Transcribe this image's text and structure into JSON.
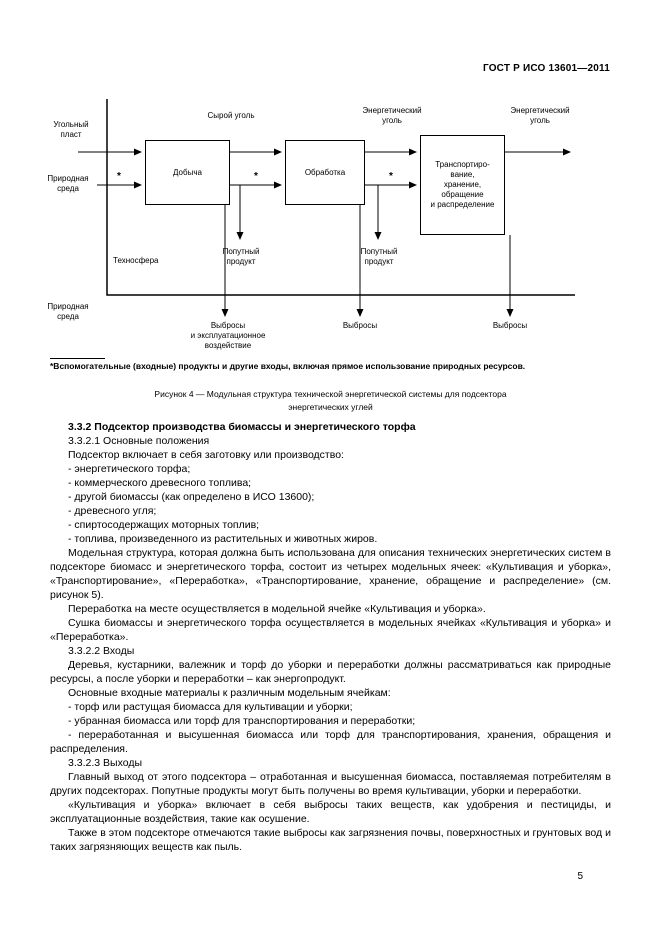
{
  "page": {
    "header": "ГОСТ Р ИСО 13601—2011",
    "page_number": "5"
  },
  "figure": {
    "coal_seam": [
      "Угольный",
      "пласт"
    ],
    "nat_env": [
      "Природная",
      "среда"
    ],
    "raw_coal": "Сырой уголь",
    "energy_coal": [
      "Энергетический",
      "уголь"
    ],
    "box1": "Добыча",
    "box2": "Обработка",
    "box3": [
      "Транспортиро-",
      "вание,",
      "хранение,",
      "обращение",
      "и распределение"
    ],
    "technosphere": "Техносфера",
    "byproduct": [
      "Попутный",
      "продукт"
    ],
    "emissions_full": [
      "Выбросы",
      "и эксплуатационное",
      "воздействие"
    ],
    "emissions": "Выбросы",
    "asterisk": "*",
    "footnote": "*Вспомогательные (входные) продукты и другие входы, включая прямое использование природных ресурсов.",
    "caption": [
      "Рисунок 4 — Модульная структура технической энергетической системы для подсектора",
      "энергетических углей"
    ]
  },
  "content": {
    "paragraphs": [
      {
        "text": "3.3.2 Подсектор производства биомассы и энергетического торфа"
      },
      {
        "text": "3.3.2.1 Основные положения"
      },
      {
        "text": "Подсектор включает в себя заготовку или производство:"
      },
      {
        "text": "- энергетического торфа;"
      },
      {
        "text": "- коммерческого древесного топлива;"
      },
      {
        "text": "- другой биомассы (как определено в ИСО 13600);"
      },
      {
        "text": "- древесного угля;"
      },
      {
        "text": "- спиртосодержащих моторных топлив;"
      },
      {
        "text": "- топлива, произведенного из растительных и животных жиров."
      },
      {
        "text": "Модельная структура, которая должна быть использована для описания технических энергетических систем в подсекторе биомасс и энергетического торфа, состоит из четырех модельных ячеек: «Культивация и уборка», «Транспортирование», «Переработка», «Транспортирование, хранение, обращение и распределение» (см. рисунок 5)."
      },
      {
        "text": "Переработка на месте осуществляется в модельной ячейке «Культивация и уборка»."
      },
      {
        "text": "Сушка биомассы и энергетического торфа осуществляется в модельных ячейках «Культивация и уборка» и «Переработка»."
      },
      {
        "text": "3.3.2.2 Входы"
      },
      {
        "text": "Деревья, кустарники, валежник и торф до уборки и переработки должны рассматриваться как природные ресурсы, а после уборки и переработки – как энергопродукт."
      },
      {
        "text": "Основные входные материалы к различным модельным ячейкам:"
      },
      {
        "text": "- торф или растущая биомасса для культивации и уборки;"
      },
      {
        "text": "- убранная биомасса или торф для транспортирования и переработки;"
      },
      {
        "text": "- переработанная и высушенная биомасса или торф для транспортирования, хранения, обращения и распределения."
      },
      {
        "text": "3.3.2.3 Выходы"
      },
      {
        "text": "Главный выход от этого подсектора – отработанная и высушенная биомасса, поставляемая потребителям в других подсекторах. Попутные продукты могут быть получены во время культивации, уборки и переработки."
      },
      {
        "text": "«Культивация и уборка» включает в себя выбросы таких веществ, как удобрения и пестициды, и эксплуатационные воздействия, такие как осушение."
      },
      {
        "text": "Также в этом подсекторе отмечаются такие выбросы как загрязнения почвы, поверхностных и грунтовых вод и таких загрязняющих веществ как пыль."
      }
    ]
  }
}
